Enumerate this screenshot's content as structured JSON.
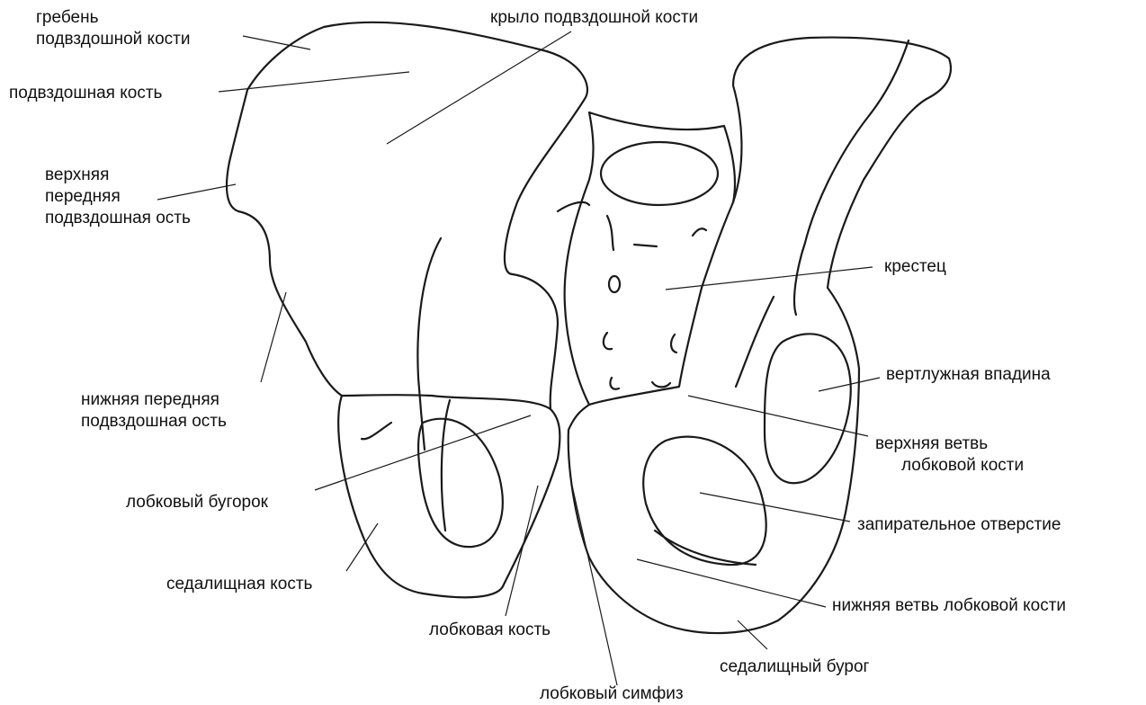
{
  "labels": {
    "iliac_crest_l1": "гребень",
    "iliac_crest_l2": "подвздошной кости",
    "ilium_wing": "крыло подвздошной кости",
    "ilium": "подвздошная кость",
    "asis_l1": "верхняя",
    "asis_l2": "передняя",
    "asis_l3": "подвздошная ость",
    "sacrum": "крестец",
    "acetabulum": "вертлужная впадина",
    "aiis_l1": "нижняя передняя",
    "aiis_l2": "подвздошная ость",
    "superior_ramus_l1": "верхняя ветвь",
    "superior_ramus_l2": "лобковой кости",
    "pubic_tubercle": "лобковый бугорок",
    "obturator_foramen": "запирательное отверстие",
    "ischium": "седалищная кость",
    "inferior_ramus": "нижняя ветвь лобковой кости",
    "pubis": "лобковая кость",
    "ischial_tuberosity": "седалищный бурог",
    "pubic_symphysis": "лобковый симфиз"
  },
  "colors": {
    "line": "#1a1a1a",
    "text": "#111111",
    "background": "#ffffff"
  }
}
